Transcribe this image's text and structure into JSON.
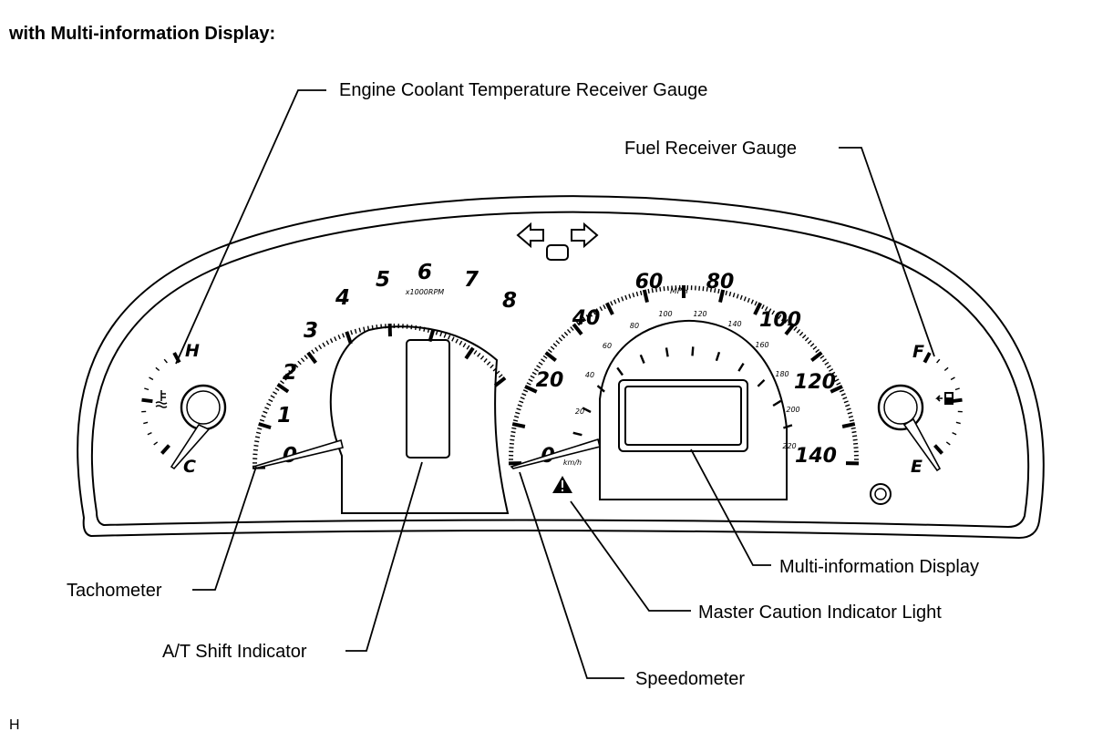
{
  "heading": "with Multi-information Display:",
  "footer_code": "H",
  "callouts": {
    "coolant_gauge": "Engine Coolant Temperature Receiver Gauge",
    "fuel_gauge": "Fuel Receiver Gauge",
    "tachometer": "Tachometer",
    "shift_indicator": "A/T Shift Indicator",
    "speedometer": "Speedometer",
    "master_caution": "Master Caution Indicator Light",
    "multi_info_display": "Multi-information Display"
  },
  "tachometer": {
    "labels": [
      "0",
      "1",
      "2",
      "3",
      "4",
      "5",
      "6",
      "7",
      "8"
    ],
    "unit": "x1000RPM"
  },
  "speedometer": {
    "mph_labels": [
      "0",
      "20",
      "40",
      "60",
      "80",
      "100",
      "120",
      "140"
    ],
    "mph_unit": "MPH",
    "kmh_labels": [
      "20",
      "40",
      "60",
      "80",
      "100",
      "120",
      "140",
      "160",
      "180",
      "200",
      "220"
    ],
    "kmh_unit": "km/h"
  },
  "coolant_gauge": {
    "hot": "H",
    "cold": "C"
  },
  "fuel_gauge": {
    "full": "F",
    "empty": "E"
  },
  "icons": [
    "turn-left-arrow-icon",
    "turn-right-arrow-icon",
    "coolant-temperature-icon",
    "fuel-pump-icon",
    "master-caution-icon"
  ]
}
